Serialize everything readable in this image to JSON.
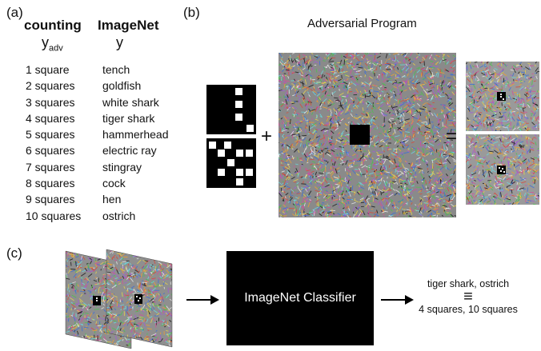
{
  "panels": {
    "a": "(a)",
    "b": "(b)",
    "c": "(c)"
  },
  "table": {
    "col1_header": "counting",
    "col2_header": "ImageNet",
    "col1_symbol": "y",
    "col1_symbol_sub": "adv",
    "col2_symbol": "y",
    "rows": [
      {
        "count": "1 square",
        "label": "tench"
      },
      {
        "count": "2 squares",
        "label": "goldfish"
      },
      {
        "count": "3 squares",
        "label": "white shark"
      },
      {
        "count": "4 squares",
        "label": "tiger shark"
      },
      {
        "count": "5 squares",
        "label": "hammerhead"
      },
      {
        "count": "6 squares",
        "label": "electric ray"
      },
      {
        "count": "7 squares",
        "label": "stingray"
      },
      {
        "count": "8 squares",
        "label": "cock"
      },
      {
        "count": "9 squares",
        "label": "hen"
      },
      {
        "count": "10 squares",
        "label": "ostrich"
      }
    ]
  },
  "program": {
    "title": "Adversarial Program",
    "plus": "+",
    "equals": "="
  },
  "pipeline": {
    "classifier_label": "ImageNet Classifier",
    "output_labels": "tiger shark, ostrich",
    "equiv_symbol": "≡",
    "output_counts": "4 squares, 10 squares"
  }
}
